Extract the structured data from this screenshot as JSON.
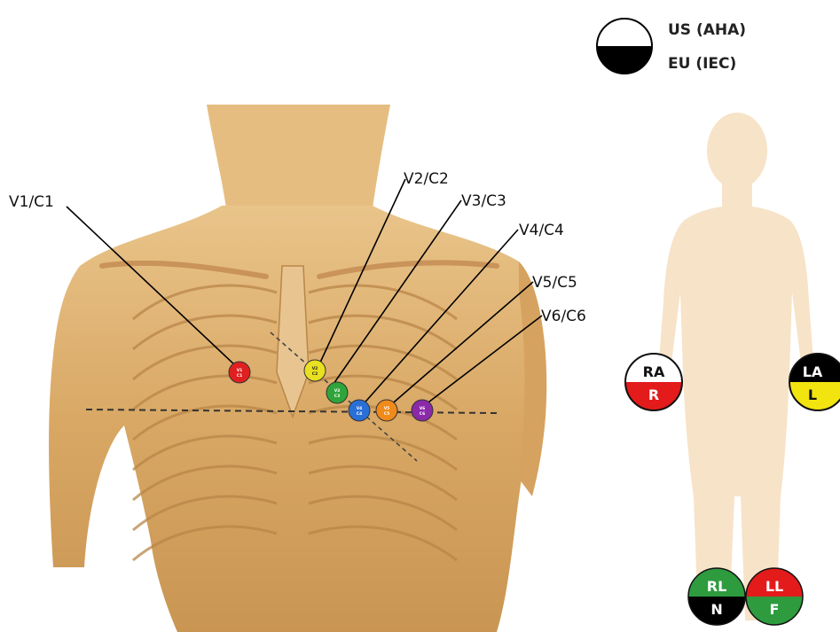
{
  "legend": {
    "us_label": "US (AHA)",
    "eu_label": "EU (IEC)"
  },
  "precordial_leads": [
    {
      "label": "V1/C1",
      "us": "V1",
      "eu": "C1",
      "color": "#e02020"
    },
    {
      "label": "V2/C2",
      "us": "V2",
      "eu": "C2",
      "color": "#e8e020"
    },
    {
      "label": "V3/C3",
      "us": "V3",
      "eu": "C3",
      "color": "#2fa43a"
    },
    {
      "label": "V4/C4",
      "us": "V4",
      "eu": "C4",
      "color": "#2a6fd6"
    },
    {
      "label": "V5/C5",
      "us": "V5",
      "eu": "C5",
      "color": "#f08a1a"
    },
    {
      "label": "V6/C6",
      "us": "V6",
      "eu": "C6",
      "color": "#8a2aa8"
    }
  ],
  "limb_leads": {
    "ra": {
      "us": "RA",
      "eu": "R",
      "us_color": "#ffffff",
      "eu_color": "#e31b1b"
    },
    "la": {
      "us": "LA",
      "eu": "L",
      "us_color": "#000000",
      "eu_color": "#f2e40f"
    },
    "rl": {
      "us": "RL",
      "eu": "N",
      "us_color": "#2e9b3e",
      "eu_color": "#000000"
    },
    "ll": {
      "us": "LL",
      "eu": "F",
      "us_color": "#e31b1b",
      "eu_color": "#2e9b3e"
    }
  },
  "colors": {
    "skin": "#dcae6e",
    "silhouette": "#f7e3c8",
    "leader_line": "#000000"
  }
}
